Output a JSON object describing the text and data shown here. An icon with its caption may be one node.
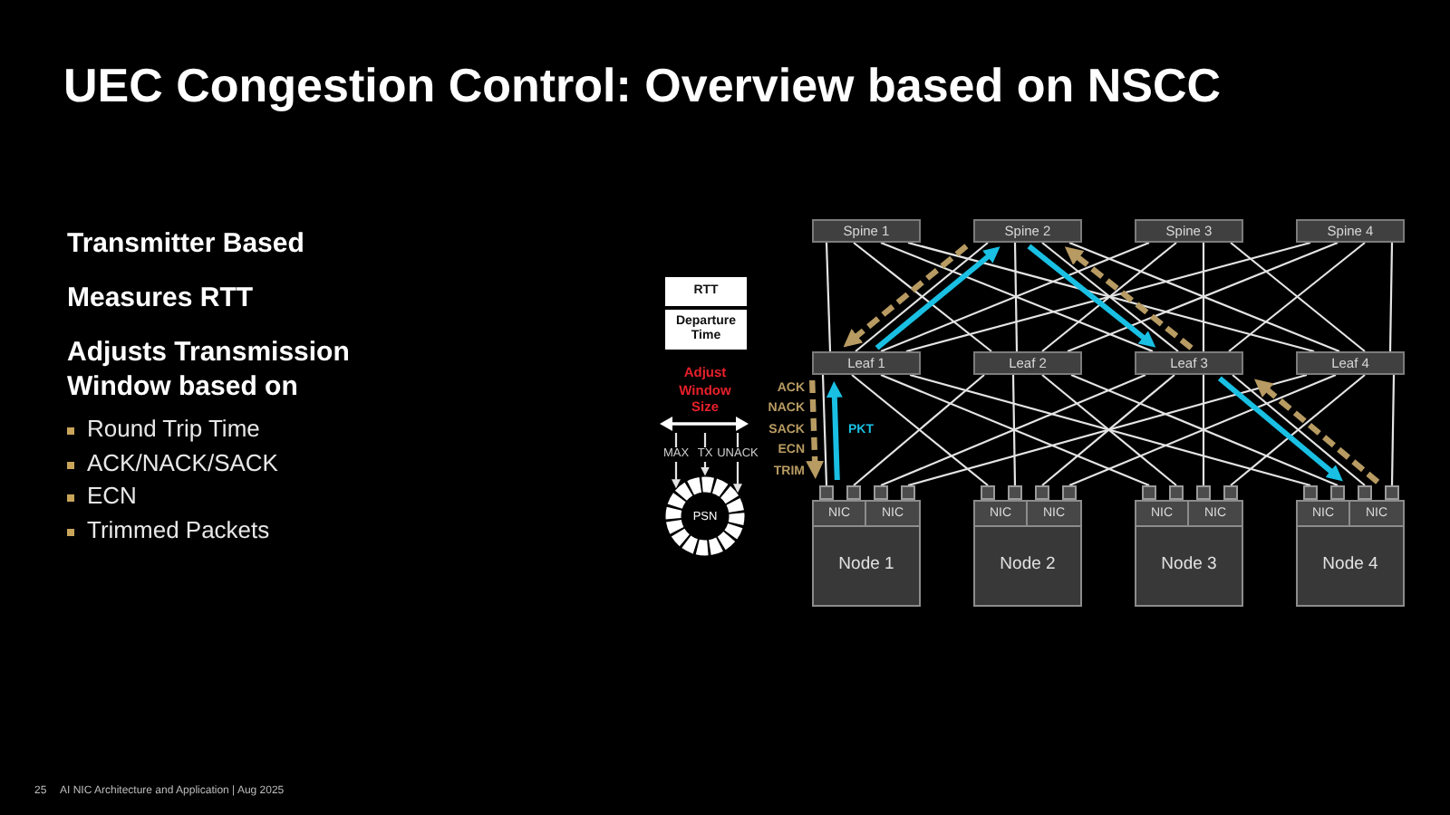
{
  "diagram": {
    "title": "UEC Congestion Control: Overview based on NSCC",
    "nodes": [
      {
        "text": [
          "RTT"
        ]
      },
      {
        "text": [
          "Departure Time"
        ]
      },
      {
        "text": [],
        "shape": "arrow"
      },
      {
        "text": [
          "MAX"
        ]
      },
      {
        "text": [
          "TX"
        ]
      },
      {
        "text": [
          "UNACK"
        ]
      },
      {
        "text": [
          "PSN"
        ]
      },
      {
        "text": [
          "Spine 1"
        ]
      },
      {
        "text": [
          "Spine 2"
        ]
      },
      {
        "text": [
          "Spine 3"
        ]
      },
      {
        "text": [
          "Spine 4"
        ]
      },
      {
        "text": [
          "Leaf 1"
        ]
      },
      {
        "text": [
          "Leaf 2"
        ]
      },
      {
        "text": [
          "Leaf 3"
        ]
      },
      {
        "text": [
          "Leaf 4"
        ]
      },
      {
        "text": [],
        "shape": "box"
      },
      {
        "text": [],
        "shape": "box"
      },
      {
        "text": [],
        "shape": "box"
      },
      {
        "text": [],
        "shape": "box"
      },
      {
        "text": [],
        "shape": "box"
      },
      {
        "text": [],
        "shape": "box"
      },
      {
        "text": [],
        "shape": "box"
      },
      {
        "text": [],
        "shape": "box"
      },
      {
        "text": [],
        "shape": "box"
      },
      {
        "text": [],
        "shape": "box"
      },
      {
        "text": [],
        "shape": "box"
      },
      {
        "text": [],
        "shape": "box"
      },
      {
        "text": [],
        "shape": "box"
      },
      {
        "text": [],
        "shape": "box"
      },
      {
        "text": [],
        "shape": "box"
      },
      {
        "text": [],
        "shape": "box"
      },
      {
        "text": [
          "Node 1"
        ]
      },
      {
        "text": [
          "NIC"
        ],
        "in": 31
      },
      {
        "text": [
          "NIC"
        ],
        "in": 31
      },
      {
        "text": [
          "Node 2"
        ]
      },
      {
        "text": [
          "NIC"
        ],
        "in": 34
      },
      {
        "text": [
          "NIC"
        ],
        "in": 34
      },
      {
        "text": [
          "Node 3"
        ]
      },
      {
        "text": [
          "NIC"
        ],
        "in": 37
      },
      {
        "text": [
          "NIC"
        ],
        "in": 37
      },
      {
        "text": [
          "Node 4"
        ]
      },
      {
        "text": [
          "NIC"
        ],
        "in": 40
      },
      {
        "text": [
          "NIC"
        ],
        "in": 40
      }
    ],
    "edges": [
      {
        "from": 7,
        "to": 11,
        "arrow": "none"
      },
      {
        "from": 7,
        "to": 12,
        "arrow": "none"
      },
      {
        "from": 7,
        "to": 13,
        "arrow": "none"
      },
      {
        "from": 7,
        "to": 14,
        "arrow": "none"
      },
      {
        "from": 8,
        "to": 11,
        "arrow": "none"
      },
      {
        "from": 8,
        "to": 12,
        "arrow": "none"
      },
      {
        "from": 8,
        "to": 13,
        "arrow": "none"
      },
      {
        "from": 8,
        "to": 14,
        "arrow": "none"
      },
      {
        "from": 9,
        "to": 11,
        "arrow": "none"
      },
      {
        "from": 9,
        "to": 12,
        "arrow": "none"
      },
      {
        "from": 9,
        "to": 13,
        "arrow": "none"
      },
      {
        "from": 9,
        "to": 14,
        "arrow": "none"
      },
      {
        "from": 10,
        "to": 11,
        "arrow": "none"
      },
      {
        "from": 10,
        "to": 12,
        "arrow": "none"
      },
      {
        "from": 10,
        "to": 13,
        "arrow": "none"
      },
      {
        "from": 10,
        "to": 14,
        "arrow": "none"
      },
      {
        "from": 11,
        "to": 15,
        "arrow": "none"
      },
      {
        "from": 11,
        "to": 19,
        "arrow": "none"
      },
      {
        "from": 11,
        "to": 23,
        "arrow": "none"
      },
      {
        "from": 11,
        "to": 27,
        "arrow": "none"
      },
      {
        "from": 12,
        "to": 16,
        "arrow": "none"
      },
      {
        "from": 12,
        "to": 20,
        "arrow": "none"
      },
      {
        "from": 12,
        "to": 24,
        "arrow": "none"
      },
      {
        "from": 12,
        "to": 28,
        "arrow": "none"
      },
      {
        "from": 13,
        "to": 17,
        "arrow": "none"
      },
      {
        "from": 13,
        "to": 21,
        "arrow": "none"
      },
      {
        "from": 13,
        "to": 25,
        "arrow": "none"
      },
      {
        "from": 13,
        "to": 29,
        "arrow": "none"
      },
      {
        "from": 14,
        "to": 18,
        "arrow": "none"
      },
      {
        "from": 14,
        "to": 22,
        "arrow": "none"
      },
      {
        "from": 14,
        "to": 26,
        "arrow": "none"
      },
      {
        "from": 14,
        "to": 30,
        "arrow": "none"
      },
      {
        "from": 15,
        "to": 11,
        "arrow": "to",
        "label": "PKT",
        "style": "thick",
        "color": "#19c0e3"
      },
      {
        "from": 11,
        "to": 8,
        "arrow": "to",
        "style": "thick",
        "color": "#19c0e3"
      },
      {
        "from": 8,
        "to": 13,
        "arrow": "to",
        "style": "thick",
        "color": "#19c0e3"
      },
      {
        "from": 13,
        "to": 29,
        "arrow": "to",
        "style": "thick",
        "color": "#19c0e3"
      },
      {
        "from": 29,
        "to": 13,
        "arrow": "to",
        "style": "dashed",
        "color": "#b89b62"
      },
      {
        "from": 13,
        "to": 8,
        "arrow": "to",
        "style": "dashed",
        "color": "#b89b62"
      },
      {
        "from": 8,
        "to": 11,
        "arrow": "to",
        "style": "dashed",
        "color": "#b89b62"
      },
      {
        "from": 11,
        "to": 15,
        "arrow": "to",
        "label": "ACK NACK SACK ECN TRIM",
        "style": "dashed",
        "color": "#b89b62"
      },
      {
        "from": 2,
        "to": 3,
        "arrow": "none"
      },
      {
        "from": 2,
        "to": 4,
        "arrow": "none"
      },
      {
        "from": 2,
        "to": 5,
        "arrow": "none"
      },
      {
        "from": 3,
        "to": 6,
        "arrow": "to"
      },
      {
        "from": 4,
        "to": 6,
        "arrow": "to"
      },
      {
        "from": 5,
        "to": 6,
        "arrow": "to"
      }
    ],
    "labels": [
      "Transmitter Based",
      "Measures RTT",
      "Adjusts Transmission Window based on",
      "Round Trip Time",
      "ACK/NACK/SACK",
      "ECN",
      "Trimmed Packets",
      "Adjust Window Size",
      "25",
      "AI NIC Architecture and Application | Aug 2025"
    ]
  }
}
